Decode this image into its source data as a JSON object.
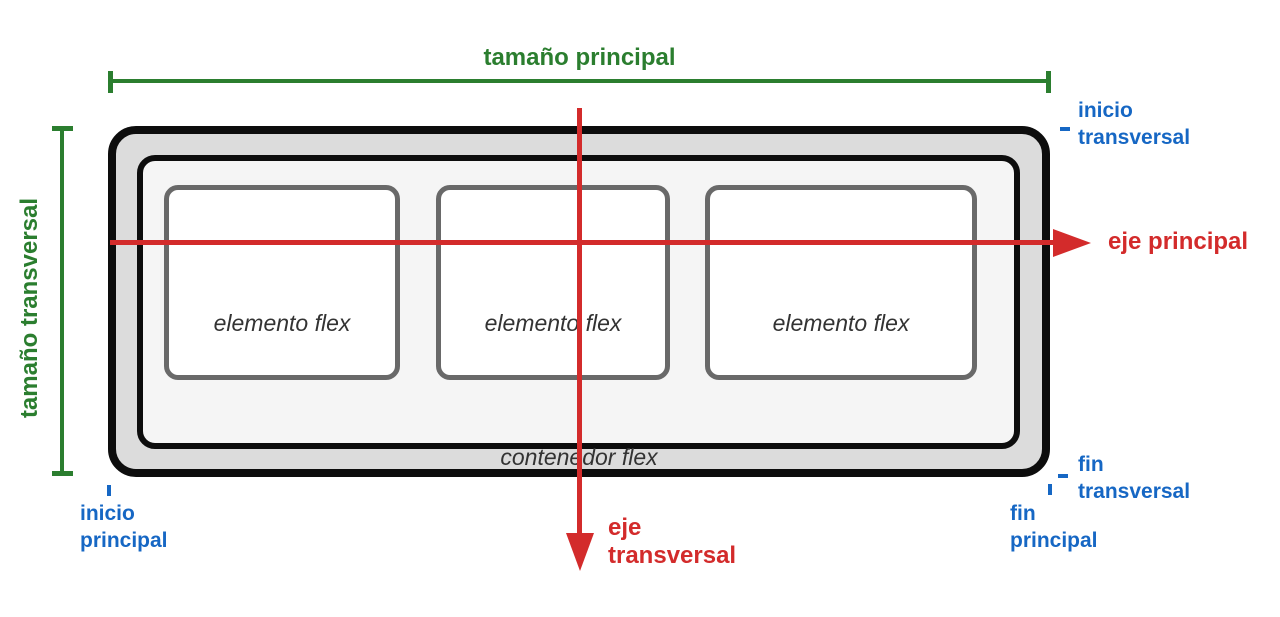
{
  "diagram": {
    "measures": {
      "main_size_label": "tamaño principal",
      "cross_size_label": "tamaño transversal"
    },
    "axes": {
      "main_axis_label": "eje principal",
      "cross_axis_label": "eje\ntransversal"
    },
    "edges": {
      "cross_start_label": "inicio\ntransversal",
      "cross_end_label": "fin\ntransversal",
      "main_start_label": "inicio\nprincipal",
      "main_end_label": "fin\nprincipal"
    },
    "container": {
      "label": "contenedor flex"
    },
    "items": [
      {
        "label": "elemento flex"
      },
      {
        "label": "elemento flex"
      },
      {
        "label": "elemento flex"
      }
    ],
    "colors": {
      "measure_green": "#2b7e2f",
      "edge_blue": "#1667c4",
      "axis_red": "#d32b2b",
      "container_fill": "#dcdcdc",
      "container_inner_fill": "#f5f5f5",
      "item_border_gray": "#696969",
      "outline_black": "#0d0d0d",
      "italic_label_gray": "#333333"
    }
  }
}
